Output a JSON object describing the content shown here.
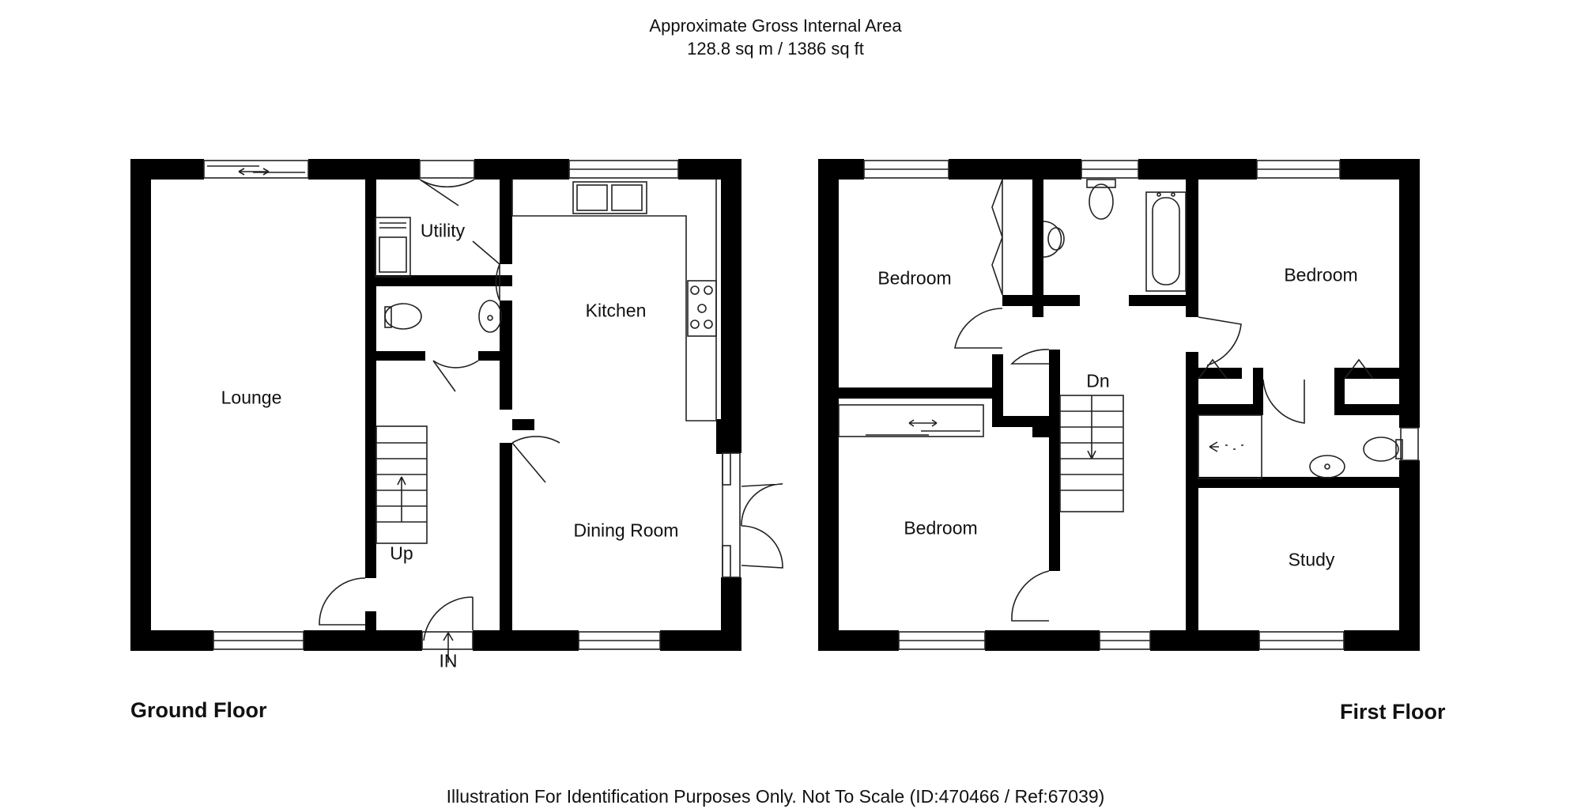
{
  "header": {
    "line1": "Approximate Gross Internal Area",
    "line2": "128.8 sq m / 1386 sq ft"
  },
  "ground_floor": {
    "title": "Ground Floor",
    "rooms": {
      "lounge": "Lounge",
      "utility": "Utility",
      "kitchen": "Kitchen",
      "dining": "Dining Room"
    },
    "stairs_label": "Up",
    "entrance_label": "IN"
  },
  "first_floor": {
    "title": "First Floor",
    "rooms": {
      "bedroom_tl": "Bedroom",
      "bedroom_tr": "Bedroom",
      "bedroom_bl": "Bedroom",
      "study": "Study"
    },
    "stairs_label": "Dn"
  },
  "footer": {
    "disclaimer": "Illustration For Identification Purposes Only. Not To Scale (ID:470466 / Ref:67039)"
  },
  "colors": {
    "wall": "#000000",
    "line": "#222222",
    "background": "#ffffff"
  }
}
